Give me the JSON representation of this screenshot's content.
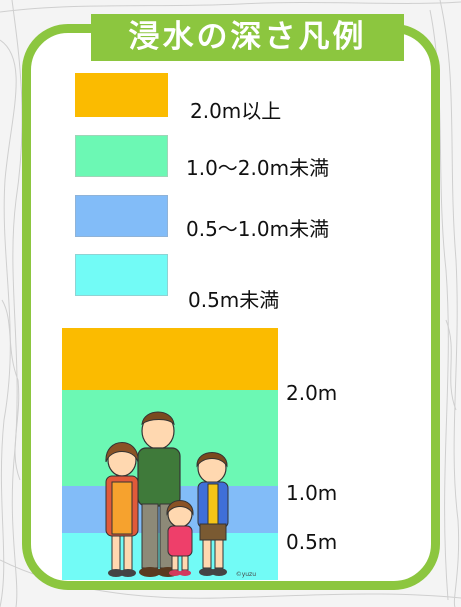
{
  "title": "浸水の深さ凡例",
  "legend": [
    {
      "label": "2.0m以上",
      "color": "#fbbb00"
    },
    {
      "label": "1.0〜2.0m未満",
      "color": "#6cf8b4"
    },
    {
      "label": "0.5〜1.0m未満",
      "color": "#82bcf8"
    },
    {
      "label": "0.5m未満",
      "color": "#72fbf6"
    }
  ],
  "depth_markers": [
    "2.0m",
    "1.0m",
    "0.5m"
  ],
  "copyright": "©yuzu",
  "colors": {
    "frame": "#8cc63f",
    "title_text": "#ffffff"
  }
}
